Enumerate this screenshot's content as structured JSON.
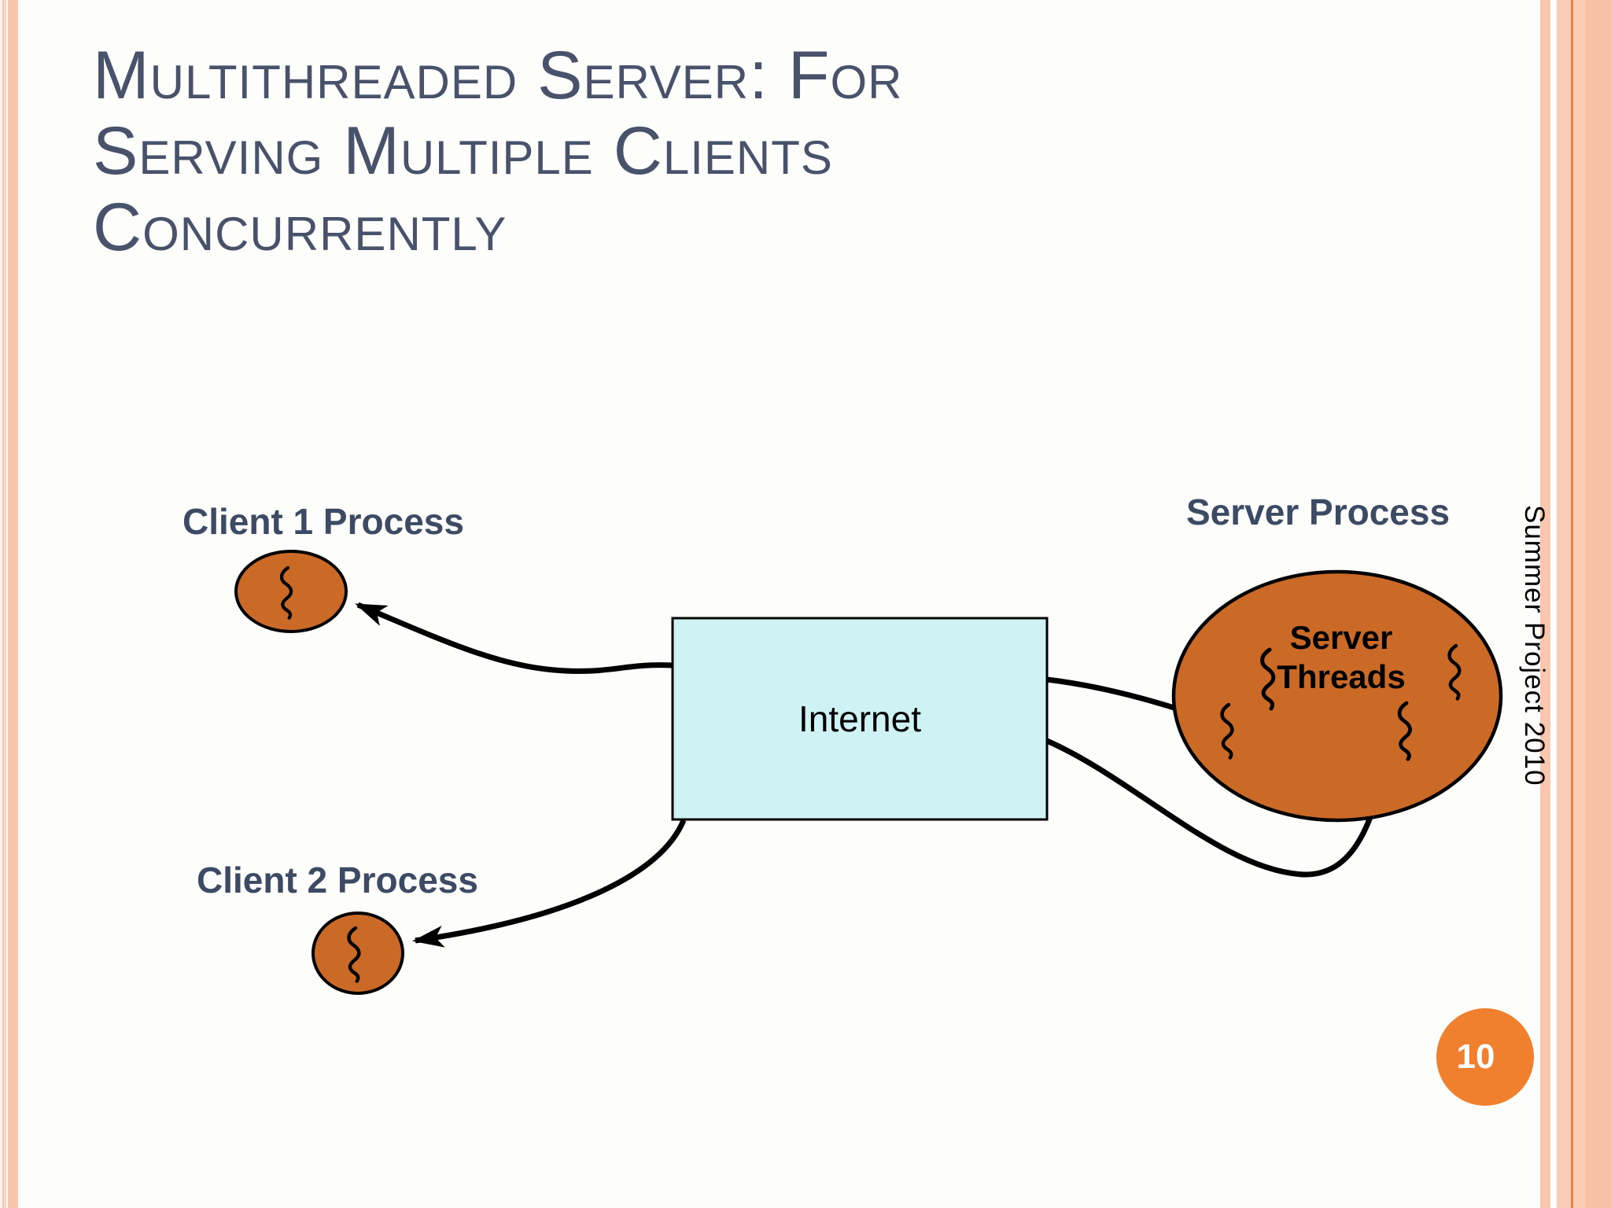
{
  "slide": {
    "title": "Multithreaded Server: For Serving Multiple Clients Concurrently",
    "page_number": "10",
    "side_note": "Summer Project 2010"
  },
  "diagram": {
    "client1_label": "Client 1 Process",
    "client2_label": "Client 2 Process",
    "server_label": "Server Process",
    "internet_label": "Internet",
    "server_threads_label": "Server Threads"
  },
  "icons": [
    "thread-squiggle-icon",
    "arrowhead-icon"
  ],
  "colors": {
    "process_orange": "#cb6a27",
    "badge_orange": "#f0802d",
    "internet_fill": "#cff2f4",
    "border_peach": "#f9c5ac",
    "border_accent_line": "#ec8342",
    "title_color": "#48526a",
    "label_color": "#3d4a63",
    "line_black": "#000000"
  }
}
